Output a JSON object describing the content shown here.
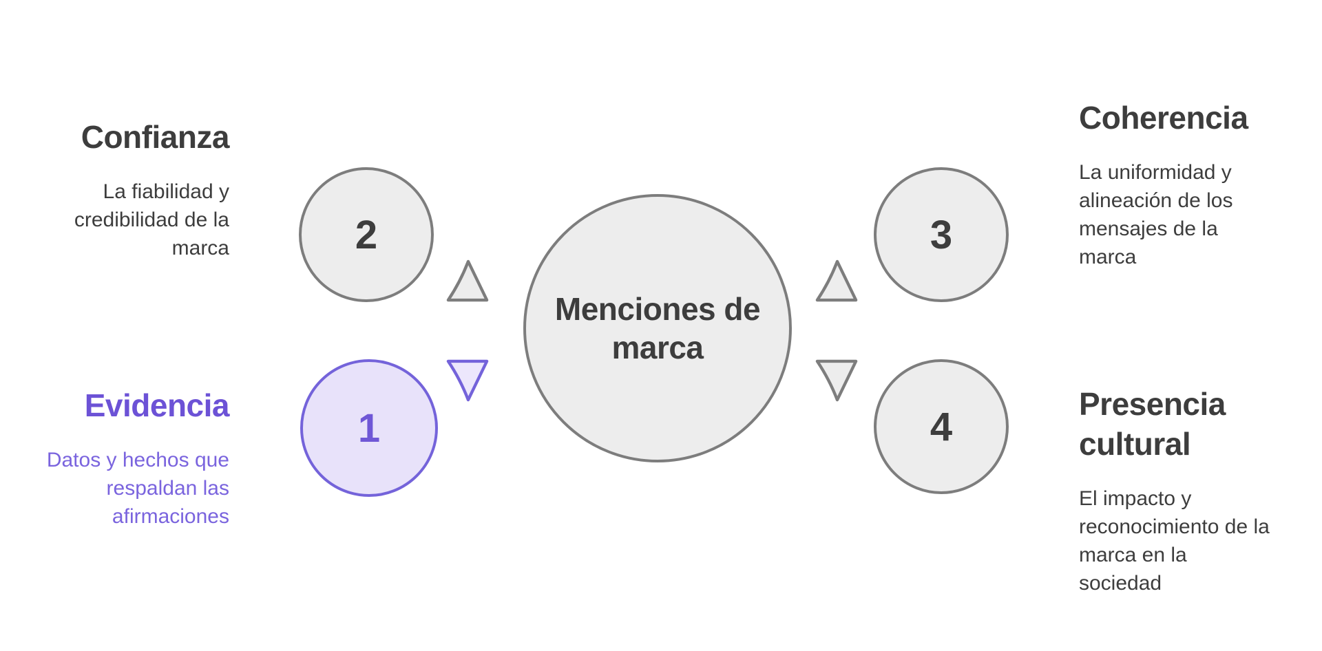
{
  "diagram": {
    "center": {
      "label": "Menciones de\nmarca"
    },
    "nodes": [
      {
        "number": "1",
        "title": "Evidencia",
        "description": "Datos y hechos que\nrespaldan las\nafirmaciones",
        "highlighted": true
      },
      {
        "number": "2",
        "title": "Confianza",
        "description": "La fiabilidad y\ncredibilidad de la\nmarca",
        "highlighted": false
      },
      {
        "number": "3",
        "title": "Coherencia",
        "description": "La uniformidad y\nalineación de los\nmensajes de la\nmarca",
        "highlighted": false
      },
      {
        "number": "4",
        "title": "Presencia\ncultural",
        "description": "El impacto y\nreconocimiento de la\nmarca en la\nsociedad",
        "highlighted": false
      }
    ],
    "colors": {
      "background": "#ffffff",
      "gray_fill": "#ededed",
      "gray_stroke": "#7d7d7d",
      "dark_text": "#3d3d3d",
      "purple_stroke": "#7463da",
      "purple_fill": "#e8e2fa",
      "purple_triangle_fill": "#ece7fc",
      "purple_heading": "#6c52d6",
      "purple_body": "#7a64de"
    }
  }
}
